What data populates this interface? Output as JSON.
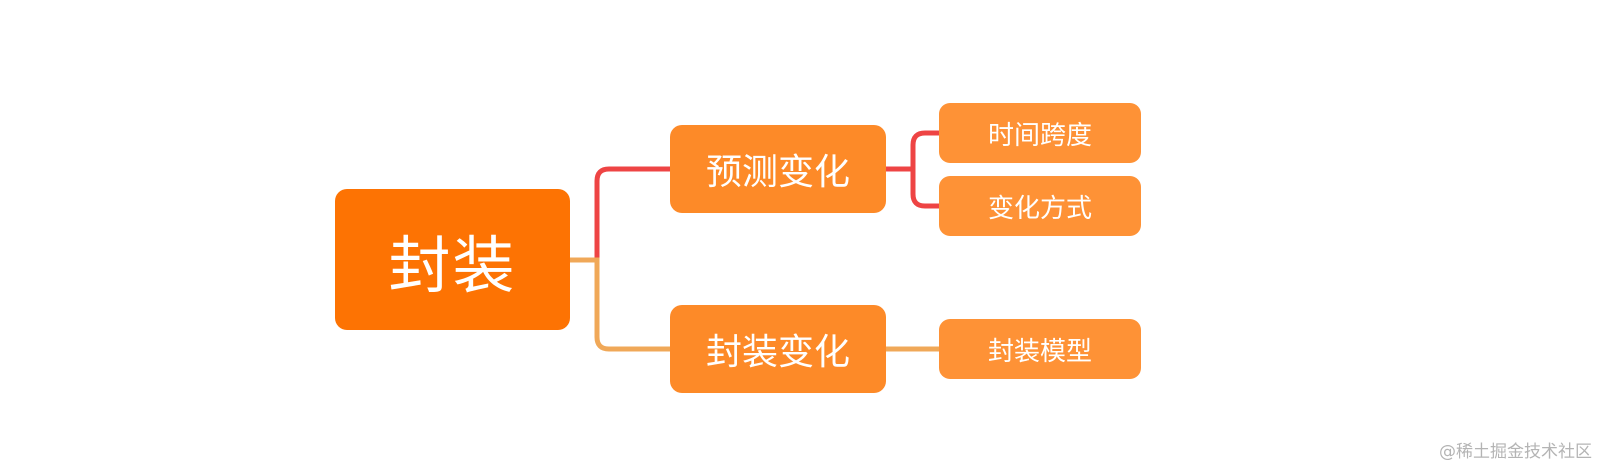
{
  "diagram": {
    "root": {
      "label": "封装"
    },
    "branches": [
      {
        "label": "预测变化",
        "color": "#ee4444",
        "children": [
          {
            "label": "时间跨度"
          },
          {
            "label": "变化方式"
          }
        ]
      },
      {
        "label": "封装变化",
        "color": "#f0a858",
        "children": [
          {
            "label": "封装模型"
          }
        ]
      }
    ],
    "colors": {
      "root_fill": "#fd7303",
      "branch_fill": "#fd8a28",
      "leaf_fill": "#fe9236",
      "text": "#ffffff"
    }
  },
  "watermark": "@稀土掘金技术社区"
}
